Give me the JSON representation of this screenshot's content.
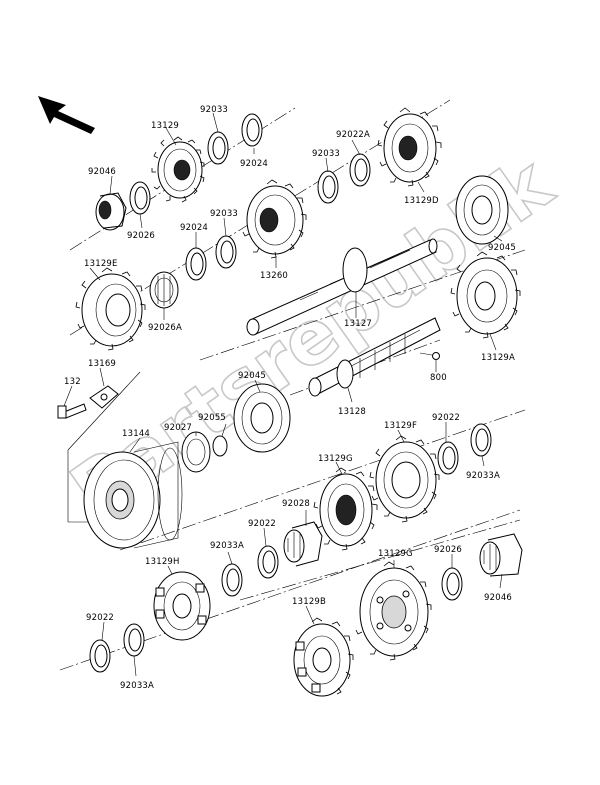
{
  "watermark": "Partsrepublik",
  "labels": {
    "p13129": "13129",
    "p92033_top": "92033",
    "p92024_top": "92024",
    "p92022A": "92022A",
    "p92033_mid": "92033",
    "p13129D": "13129D",
    "p92046_top": "92046",
    "p92026_top": "92026",
    "p92033_c": "92033",
    "p92024_c": "92024",
    "p13260": "13260",
    "p92045_top": "92045",
    "p13129E": "13129E",
    "p92026A": "92026A",
    "p13127": "13127",
    "p13129A": "13129A",
    "p13169": "13169",
    "p132": "132",
    "p92045_mid": "92045",
    "p800": "800",
    "p13128": "13128",
    "p92027": "92027",
    "p92055": "92055",
    "p13144": "13144",
    "p13129F": "13129F",
    "p92022_r": "92022",
    "p92033A_r": "92033A",
    "p13129G_mid": "13129G",
    "p92028": "92028",
    "p92022_m": "92022",
    "p92033A_m": "92033A",
    "p13129H": "13129H",
    "p13129G_low": "13129G",
    "p92026_low": "92026",
    "p92046_low": "92046",
    "p92022_bl": "92022",
    "p92033A_bl": "92033A",
    "p13129B": "13129B"
  },
  "icons": {
    "front_arrow": "direction-arrow-icon"
  }
}
